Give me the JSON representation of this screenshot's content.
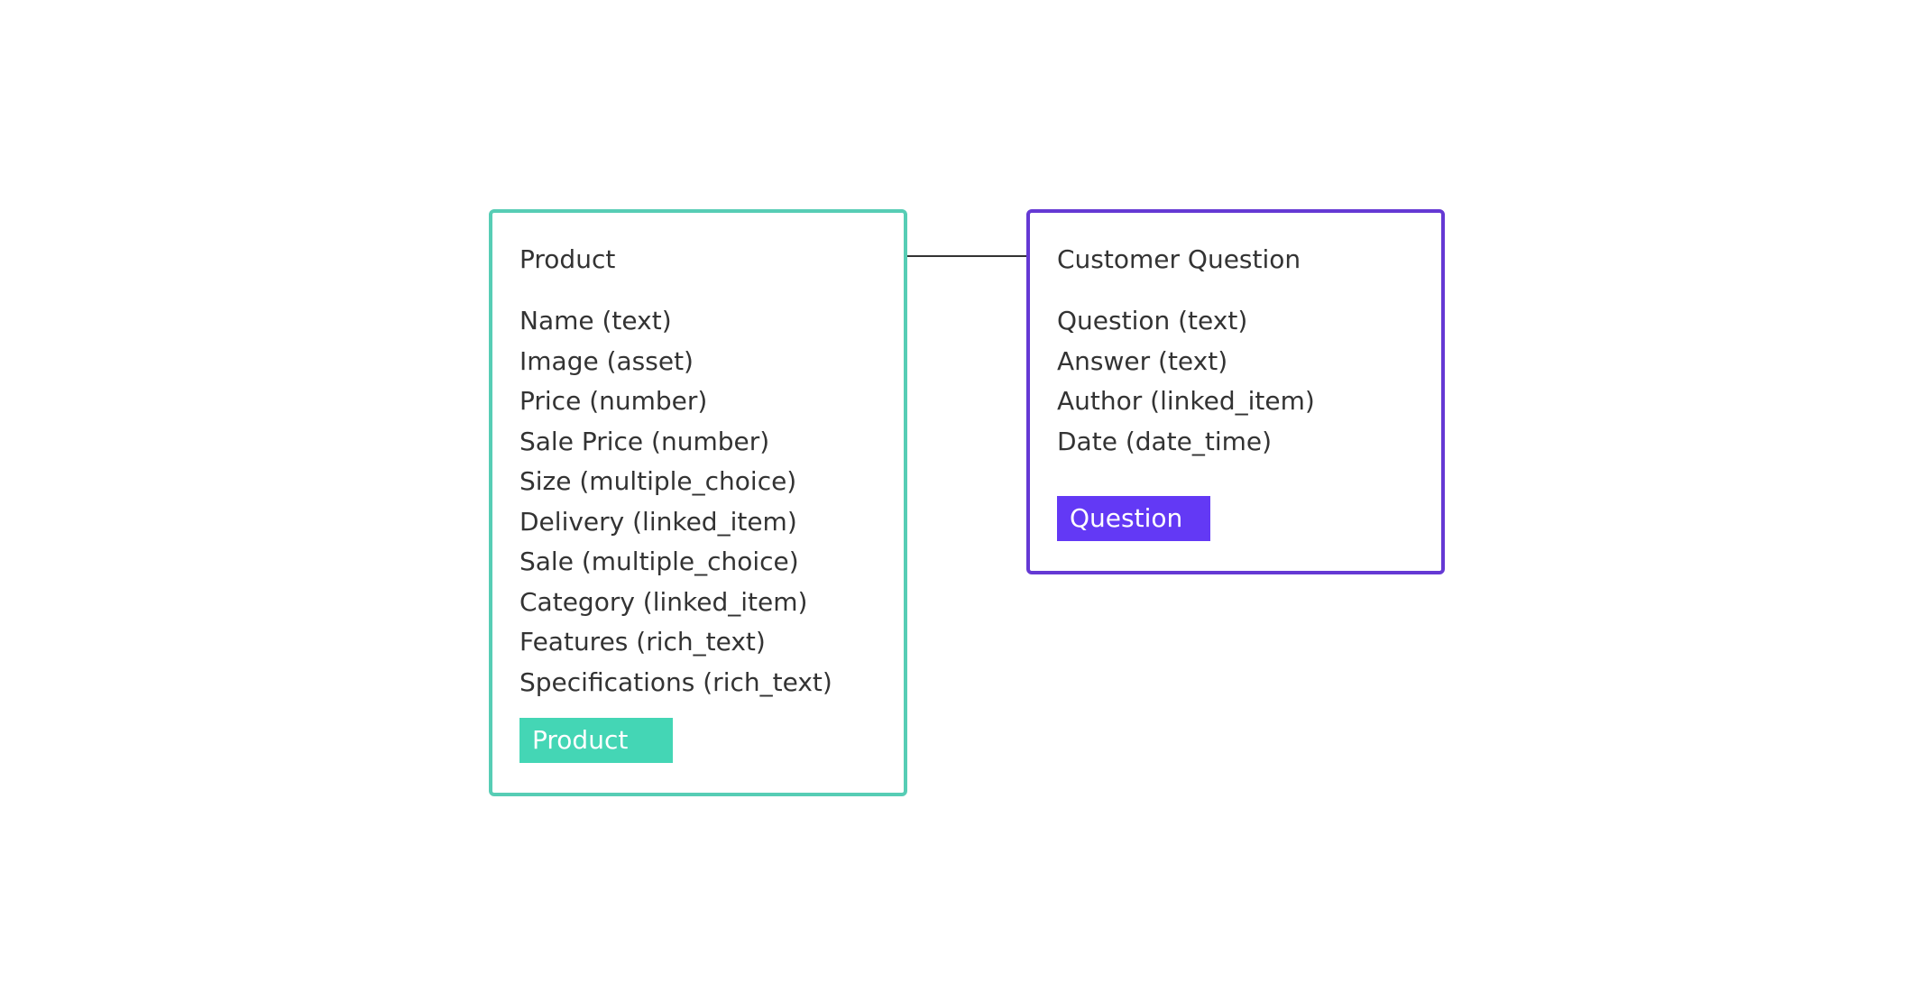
{
  "colors": {
    "product_border": "#57cdb5",
    "product_tag": "#44d6b5",
    "question_border": "#6539d4",
    "question_tag": "#6339f5",
    "text": "#333333",
    "connector": "#333333"
  },
  "entities": {
    "product": {
      "title": "Product",
      "fields": [
        "Name (text)",
        "Image (asset)",
        "Price (number)",
        "Sale Price (number)",
        "Size (multiple_choice)",
        "Delivery (linked_item)",
        "Sale (multiple_choice)",
        "Category (linked_item)",
        "Features (rich_text)",
        "Specifications (rich_text)"
      ],
      "tag": "Product"
    },
    "customer_question": {
      "title": "Customer Question",
      "fields": [
        "Question (text)",
        "Answer (text)",
        "Author (linked_item)",
        "Date (date_time)"
      ],
      "tag": "Question"
    }
  }
}
